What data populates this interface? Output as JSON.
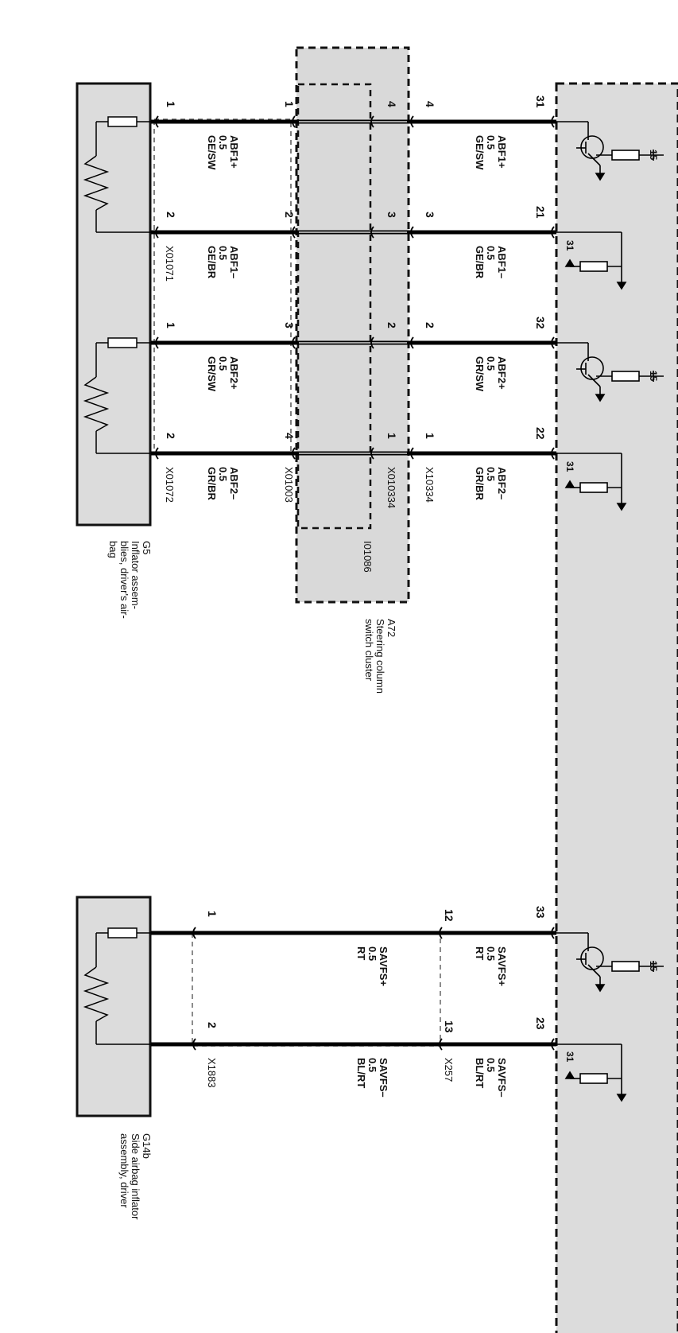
{
  "ecu": {
    "pins": [
      "31",
      "21",
      "32",
      "22",
      "33",
      "23"
    ],
    "supply_label": "15",
    "ground_label": "31"
  },
  "steering_cluster": {
    "code": "A72",
    "desc_line1": "Steering column",
    "desc_line2": "switch cluster",
    "inner_code": "I01086",
    "outer_connector": "X10334",
    "inner_connector": "X010334",
    "outer_pins": [
      "4",
      "3",
      "2",
      "1"
    ],
    "inner_pins": [
      "4",
      "3",
      "2",
      "1"
    ]
  },
  "wires_right": [
    {
      "name": "ABF1+",
      "size": "0.5",
      "color": "GE/SW"
    },
    {
      "name": "ABF1–",
      "size": "0.5",
      "color": "GE/BR"
    },
    {
      "name": "ABF2+",
      "size": "0.5",
      "color": "GR/SW"
    },
    {
      "name": "ABF2–",
      "size": "0.5",
      "color": "GR/BR"
    }
  ],
  "wires_left": [
    {
      "name": "ABF1+",
      "size": "0.5",
      "color": "GE/SW"
    },
    {
      "name": "ABF1–",
      "size": "0.5",
      "color": "GE/BR"
    },
    {
      "name": "ABF2+",
      "size": "0.5",
      "color": "GR/SW"
    },
    {
      "name": "ABF2–",
      "size": "0.5",
      "color": "GR/BR"
    }
  ],
  "x01003": {
    "name": "X01003",
    "pins": [
      "1",
      "2",
      "3",
      "4"
    ]
  },
  "g5": {
    "code": "G5",
    "desc_line1": "Inflator assem-",
    "desc_line2": "blies, driver's air-",
    "desc_line3": "bag",
    "conn1": "X01071",
    "conn2": "X01072",
    "pins": [
      "1",
      "2",
      "1",
      "2"
    ]
  },
  "side": {
    "wires": [
      {
        "name": "SAVFS+",
        "size": "0.5",
        "color": "RT"
      },
      {
        "name": "SAVFS–",
        "size": "0.5",
        "color": "BL/RT"
      }
    ],
    "x257": {
      "name": "X257",
      "pins": [
        "12",
        "13"
      ]
    },
    "x1883": {
      "name": "X1883",
      "pins": [
        "1",
        "2"
      ]
    }
  },
  "g14b": {
    "code": "G14b",
    "desc_line1": "Side airbag inflator",
    "desc_line2": "assembly, driver"
  }
}
